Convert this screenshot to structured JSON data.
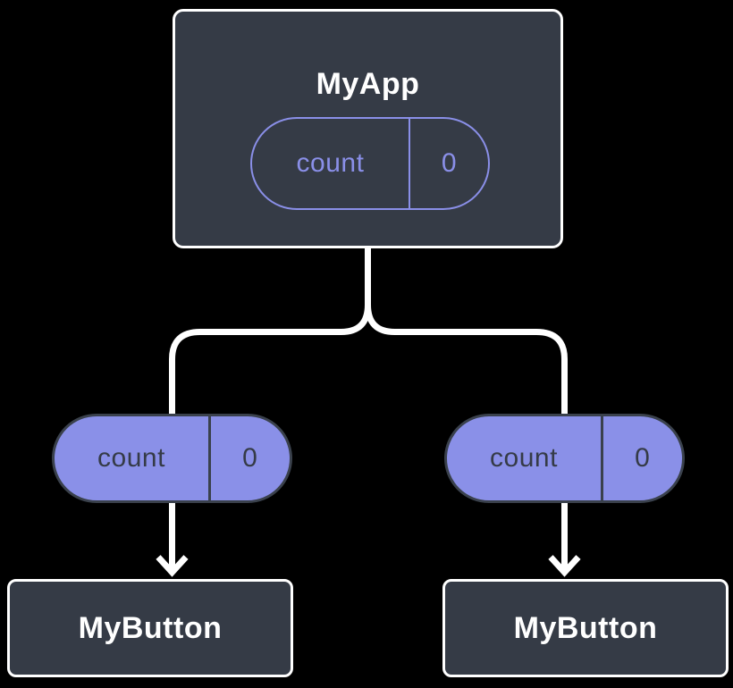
{
  "diagram": {
    "description": "React component tree with shared state",
    "background": "#000000",
    "colors": {
      "node_fill": "#353b46",
      "node_border": "#ffffff",
      "pill_fill_purple": "#8a90e8",
      "pill_outline_purple": "#8a8fe8",
      "pill_dark_outline": "#3a414c",
      "pill_dark_text": "#353b47",
      "connector": "#ffffff",
      "title_text": "#ffffff"
    },
    "tree": {
      "root": {
        "name": "MyApp",
        "state": {
          "label": "count",
          "value": "0"
        }
      },
      "left_prop": {
        "label": "count",
        "value": "0"
      },
      "right_prop": {
        "label": "count",
        "value": "0"
      },
      "children": [
        {
          "name": "MyButton"
        },
        {
          "name": "MyButton"
        }
      ]
    }
  }
}
